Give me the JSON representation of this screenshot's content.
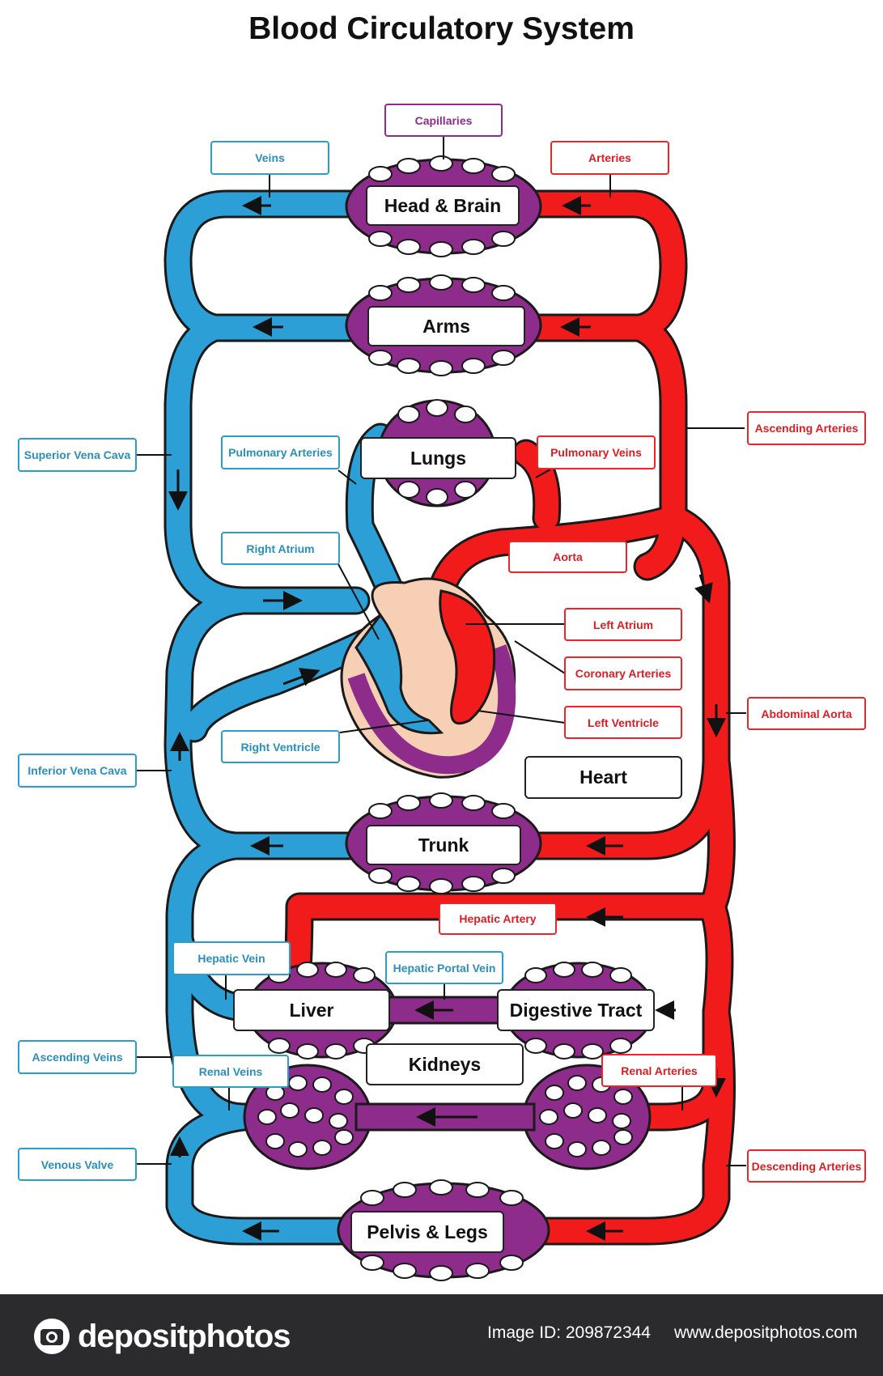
{
  "title": "Blood Circulatory System",
  "labels": {
    "capillaries": "Capillaries",
    "veins": "Veins",
    "arteries": "Arteries",
    "ascending_arteries": "Ascending Arteries",
    "superior_vena_cava": "Superior Vena Cava",
    "pulmonary_arteries": "Pulmonary Arteries",
    "pulmonary_veins": "Pulmonary Veins",
    "right_atrium": "Right Atrium",
    "aorta": "Aorta",
    "left_atrium": "Left Atrium",
    "coronary_arteries": "Coronary Arteries",
    "left_ventricle": "Left Ventricle",
    "abdominal_aorta": "Abdominal Aorta",
    "right_ventricle": "Right Ventricle",
    "inferior_vena_cava": "Inferior Vena Cava",
    "hepatic_artery": "Hepatic Artery",
    "hepatic_vein": "Hepatic Vein",
    "hepatic_portal_vein": "Hepatic Portal Vein",
    "ascending_veins": "Ascending Veins",
    "renal_veins": "Renal Veins",
    "renal_arteries": "Renal Arteries",
    "venous_valve": "Venous Valve",
    "descending_arteries": "Descending Arteries"
  },
  "organs": {
    "head_brain": "Head & Brain",
    "arms": "Arms",
    "lungs": "Lungs",
    "heart": "Heart",
    "trunk": "Trunk",
    "liver": "Liver",
    "digestive_tract": "Digestive Tract",
    "kidneys": "Kidneys",
    "pelvis_legs": "Pelvis & Legs"
  },
  "footer": {
    "brand": "depositphotos",
    "image_id": "Image ID: 209872344",
    "site": "www.depositphotos.com"
  },
  "colors": {
    "vein": "#2b9fd6",
    "artery": "#f21b1b",
    "capillary": "#8e2c8c",
    "heart_tissue": "#f6cfb5",
    "footer": "#2b2b2d"
  }
}
